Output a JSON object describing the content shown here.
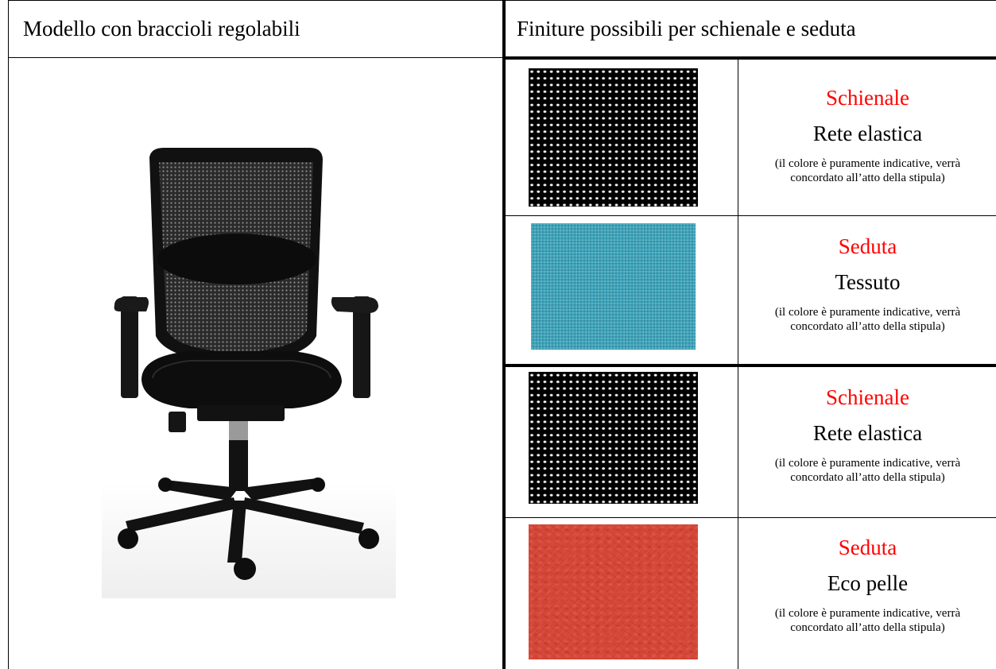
{
  "table": {
    "header_left": "Modello con braccioli regolabili",
    "header_right": "Finiture possibili per schienale e seduta"
  },
  "image_main": {
    "icon": "office-chair-illustration"
  },
  "finishes": [
    {
      "swatch": "black-mesh",
      "swatch_color": "#000000",
      "part": "Schienale",
      "material": "Rete elastica",
      "note_line1": "(il colore è puramente indicative, verrà",
      "note_line2": "concordato all’atto della stipula)"
    },
    {
      "swatch": "blue-fabric",
      "swatch_color": "#3fa6bd",
      "part": "Seduta",
      "material": "Tessuto",
      "note_line1": "(il colore è puramente indicative, verrà",
      "note_line2": "concordato all’atto della stipula)"
    },
    {
      "swatch": "black-mesh",
      "swatch_color": "#000000",
      "part": "Schienale",
      "material": "Rete elastica",
      "note_line1": "(il colore è puramente indicative, verrà",
      "note_line2": "concordato all’atto della stipula)"
    },
    {
      "swatch": "red-leather",
      "swatch_color": "#d54637",
      "part": "Seduta",
      "material": "Eco pelle",
      "note_line1": "(il colore è puramente indicative, verrà",
      "note_line2": "concordato all’atto della stipula)"
    }
  ],
  "colors": {
    "accent_label": "#ff0000",
    "border": "#000000"
  }
}
